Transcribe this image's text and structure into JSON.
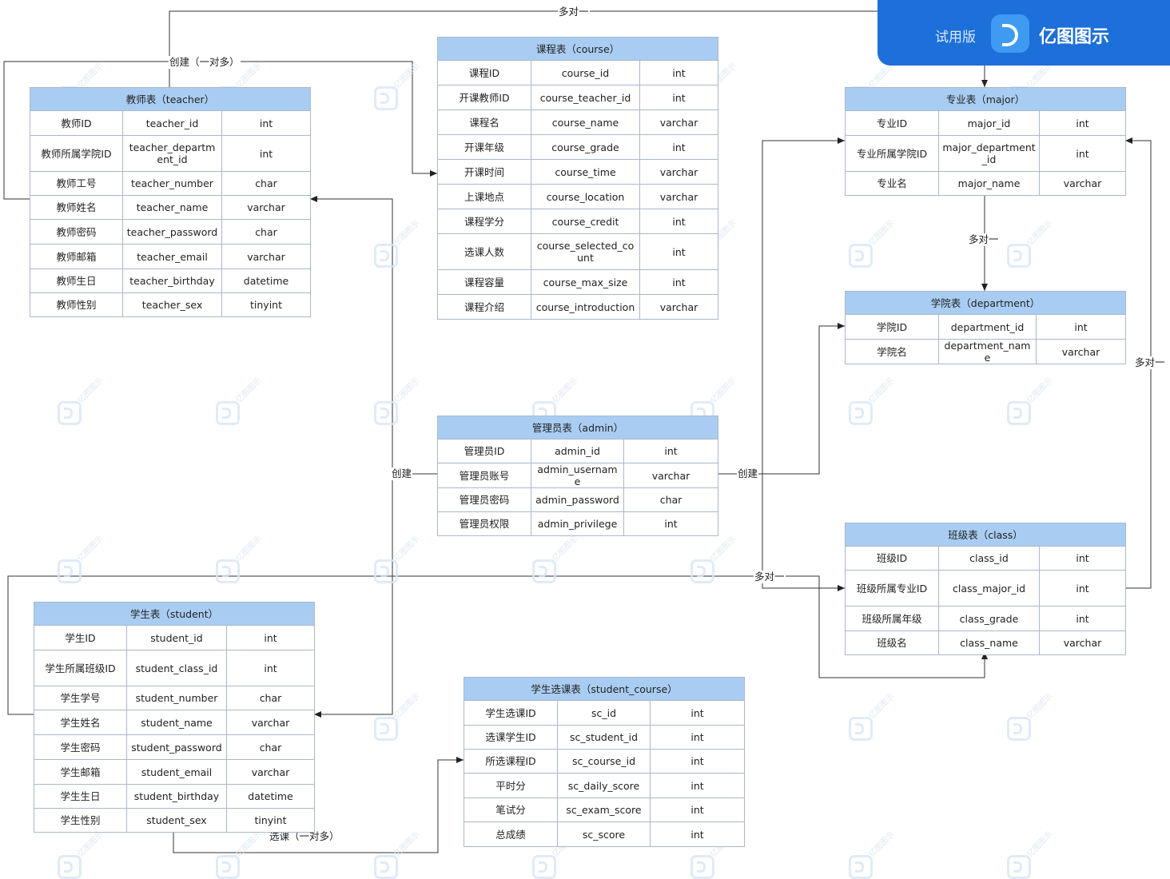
{
  "tables": {
    "teacher": {
      "title": "教师表（teacher）",
      "rows": [
        [
          "教师ID",
          "teacher_id",
          "int"
        ],
        [
          "教师所属学院ID",
          "teacher_department_id",
          "int"
        ],
        [
          "教师工号",
          "teacher_number",
          "char"
        ],
        [
          "教师姓名",
          "teacher_name",
          "varchar"
        ],
        [
          "教师密码",
          "teacher_password",
          "char"
        ],
        [
          "教师邮箱",
          "teacher_email",
          "varchar"
        ],
        [
          "教师生日",
          "teacher_birthday",
          "datetime"
        ],
        [
          "教师性别",
          "teacher_sex",
          "tinyint"
        ]
      ]
    },
    "course": {
      "title": "课程表（course）",
      "rows": [
        [
          "课程ID",
          "course_id",
          "int"
        ],
        [
          "开课教师ID",
          "course_teacher_id",
          "int"
        ],
        [
          "课程名",
          "course_name",
          "varchar"
        ],
        [
          "开课年级",
          "course_grade",
          "int"
        ],
        [
          "开课时间",
          "course_time",
          "varchar"
        ],
        [
          "上课地点",
          "course_location",
          "varchar"
        ],
        [
          "课程学分",
          "course_credit",
          "int"
        ],
        [
          "选课人数",
          "course_selected_count",
          "int"
        ],
        [
          "课程容量",
          "course_max_size",
          "int"
        ],
        [
          "课程介绍",
          "course_introduction",
          "varchar"
        ]
      ]
    },
    "major": {
      "title": "专业表（major）",
      "rows": [
        [
          "专业ID",
          "major_id",
          "int"
        ],
        [
          "专业所属学院ID",
          "major_department_id",
          "int"
        ],
        [
          "专业名",
          "major_name",
          "varchar"
        ]
      ]
    },
    "department": {
      "title": "学院表（department）",
      "rows": [
        [
          "学院ID",
          "department_id",
          "int"
        ],
        [
          "学院名",
          "department_name",
          "varchar"
        ]
      ]
    },
    "admin": {
      "title": "管理员表（admin）",
      "rows": [
        [
          "管理员ID",
          "admin_id",
          "int"
        ],
        [
          "管理员账号",
          "admin_username",
          "varchar"
        ],
        [
          "管理员密码",
          "admin_password",
          "char"
        ],
        [
          "管理员权限",
          "admin_privilege",
          "int"
        ]
      ]
    },
    "class": {
      "title": "班级表（class）",
      "rows": [
        [
          "班级ID",
          "class_id",
          "int"
        ],
        [
          "班级所属专业ID",
          "class_major_id",
          "int"
        ],
        [
          "班级所属年级",
          "class_grade",
          "int"
        ],
        [
          "班级名",
          "class_name",
          "varchar"
        ]
      ]
    },
    "student": {
      "title": "学生表（student）",
      "rows": [
        [
          "学生ID",
          "student_id",
          "int"
        ],
        [
          "学生所属班级ID",
          "student_class_id",
          "int"
        ],
        [
          "学生学号",
          "student_number",
          "char"
        ],
        [
          "学生姓名",
          "student_name",
          "varchar"
        ],
        [
          "学生密码",
          "student_password",
          "char"
        ],
        [
          "学生邮箱",
          "student_email",
          "varchar"
        ],
        [
          "学生生日",
          "student_birthday",
          "datetime"
        ],
        [
          "学生性别",
          "student_sex",
          "tinyint"
        ]
      ]
    },
    "student_course": {
      "title": "学生选课表（student_course）",
      "rows": [
        [
          "学生选课ID",
          "sc_id",
          "int"
        ],
        [
          "选课学生ID",
          "sc_student_id",
          "int"
        ],
        [
          "所选课程ID",
          "sc_course_id",
          "int"
        ],
        [
          "平时分",
          "sc_daily_score",
          "int"
        ],
        [
          "笔试分",
          "sc_exam_score",
          "int"
        ],
        [
          "总成绩",
          "sc_score",
          "int"
        ]
      ]
    }
  },
  "relations": {
    "teacher_major_top": "多对一",
    "teacher_course": "创建（一对多）",
    "major_department": "多对一",
    "class_major": "多对一",
    "admin_teacher_student": "创建",
    "admin_department": "创建",
    "student_class": "多对一",
    "student_course": "选课（一对多）"
  },
  "banner": {
    "trial": "试用版",
    "brand": "亿图图示"
  },
  "watermark_text": "亿图图示",
  "colors": {
    "header_fill": "#a9cdf2",
    "border": "#a9b8cb",
    "banner": "#1d6fd9"
  }
}
